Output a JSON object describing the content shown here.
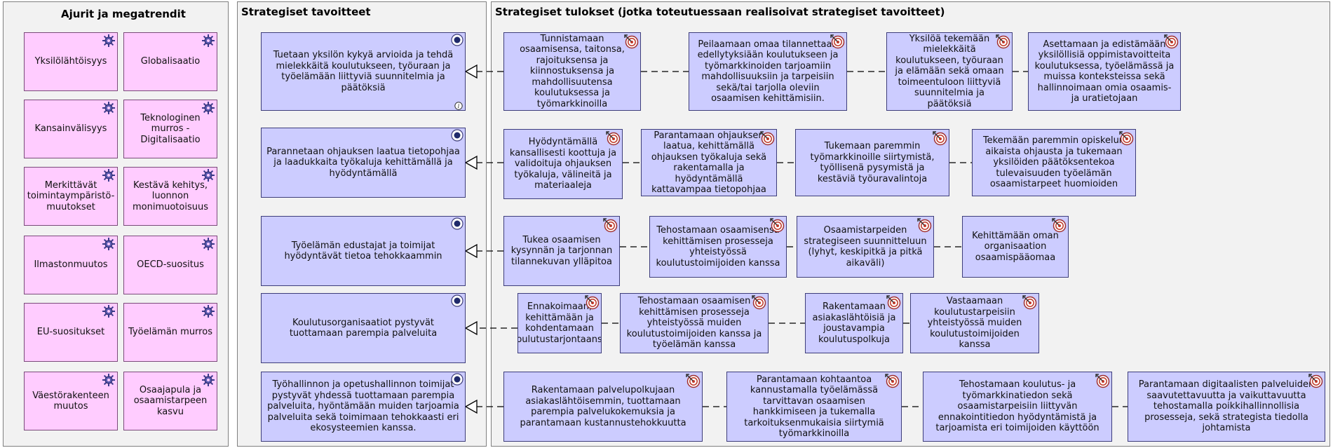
{
  "colors": {
    "driver_fill": "#ffccff",
    "goal_fill": "#ccccff",
    "outcome_fill": "#ccccff",
    "group_fill": "#f2f2f2"
  },
  "icons": {
    "driver": "driver-wheel-icon",
    "goal": "goal-dot-icon",
    "outcome": "target-icon",
    "info": "info-icon"
  },
  "groups": {
    "drivers": "Ajurit ja megatrendit",
    "goals": "Strategiset tavoitteet",
    "outcomes": "Strategiset tulokset (jotka toteutuessaan realisoivat strategiset tavoitteet)"
  },
  "drivers": [
    "Yksilölähtöisyys",
    "Globalisaatio",
    "Kansainvälisyys",
    "Teknologinen murros - Digitalisaatio",
    "Merkittävät toimintaympäristö-muutokset",
    "Kestävä kehitys, luonnon monimuotoisuus",
    "Ilmastonmuutos",
    "OECD-suositus",
    "EU-suositukset",
    "Työelämän murros",
    "Väestörakenteen muutos",
    "Osaajapula ja osaamistarpeen kasvu"
  ],
  "goals": [
    "Tuetaan yksilön kykyä arvioida ja tehdä mielekkäitä koulutukseen, työuraan ja työelämään liittyviä suunnitelmia ja päätöksiä",
    "Parannetaan ohjauksen laatua tietopohjaa ja laadukkaita työkaluja kehittämällä ja hyödyntämällä",
    "Työelämän edustajat ja toimijat hyödyntävät tietoa tehokkaammin",
    "Koulutusorganisaatiot pystyvät tuottamaan parempia palveluita",
    "Työhallinnon ja opetushallinnon toimijat pystyvät yhdessä tuottamaan parempia palveluita, hyöntämään muiden tarjoamia palveluita sekä toimimaan tehokkaasti eri ekosysteemien kanssa."
  ],
  "outcomes": [
    [
      "Tunnistamaan osaamisensa, taitonsa, rajoituksensa ja kiinnostuksensa ja mahdollisuutensa koulutuksessa ja työmarkkinoilla",
      "Peilaamaan omaa tilannettaan edellytyksiään koulutukseen ja työmarkkinoiden tarjoamiin mahdollisuuksiin ja tarpeisiin sekä/tai tarjolla oleviin osaamisen kehittämisiin.",
      "Yksilöä tekemään mielekkäitä koulutukseen, työuraan ja elämään sekä omaan toimeentuloon liittyviä suunnitelmia ja päätöksiä",
      "Asettamaan ja edistämään yksilöllisiä oppimistavoitteita koulutuksessa, työelämässä ja muissa konteksteissa sekä hallinnoimaan omia osaamis- ja uratietojaan"
    ],
    [
      "Hyödyntämällä kansallisesti koottuja ja validoituja ohjauksen työkaluja, välineitä ja materiaaleja",
      "Parantamaan ohjauksen laatua, kehittämällä ohjauksen työkaluja sekä rakentamalla ja hyödyntämällä kattavampaa tietopohjaa",
      "Tukemaan paremmin työmarkkinoille siirtymistä, työllisenä pysymistä ja kestäviä työuravalintoja",
      "Tekemään paremmin opiskelun aikaista ohjausta ja tukemaan yksilöiden päätöksentekoa tulevaisuuden työelämän osaamistarpeet huomioiden"
    ],
    [
      "Tukea osaamisen kysynnän ja tarjonnan tilannekuvan ylläpitoa",
      "Tehostamaan osaamisensa kehittämisen prosesseja yhteistyössä koulutustoimijoiden kanssa",
      "Osaamistarpeiden strategiseen suunnitteluun (lyhyt, keskipitkä ja pitkä aikaväli)",
      "Kehittämään oman organisaation osaamispääomaa"
    ],
    [
      "Ennakoimaan, kehittämään ja kohdentamaan koulutustarjontaansa",
      "Tehostamaan osaamisen kehittämisen prosesseja yhteistyössä muiden koulutustoimijoiden kanssa ja työelämän kanssa",
      "Rakentamaan asiakaslähtöisiä ja joustavampia koulutuspolkuja",
      "Vastaamaan koulutustarpeisiin yhteistyössä muiden koulutustoimijoiden kanssa"
    ],
    [
      "Rakentamaan palvelupolkujaan asiakaslähtöisemmin, tuottamaan parempia palvelukokemuksia ja parantamaan kustannustehokkuutta",
      "Parantamaan kohtaantoa kannustamalla työelämässä tarvittavan osaamisen hankkimiseen ja tukemalla tarkoituksenmukaisia siirtymiä työmarkkinoilla",
      "Tehostamaan koulutus- ja työmarkkinatiedon sekä osaamistarpeisiin liittyvän ennakointitiedon hyödyntämistä ja tarjoamista eri toimijoiden käyttöön",
      "Parantamaan digitaalisten palveluiden saavutettavuutta ja vaikuttavuutta tehostamalla poikkihallinnollisia prosesseja, sekä strategista tiedolla johtamista"
    ]
  ]
}
